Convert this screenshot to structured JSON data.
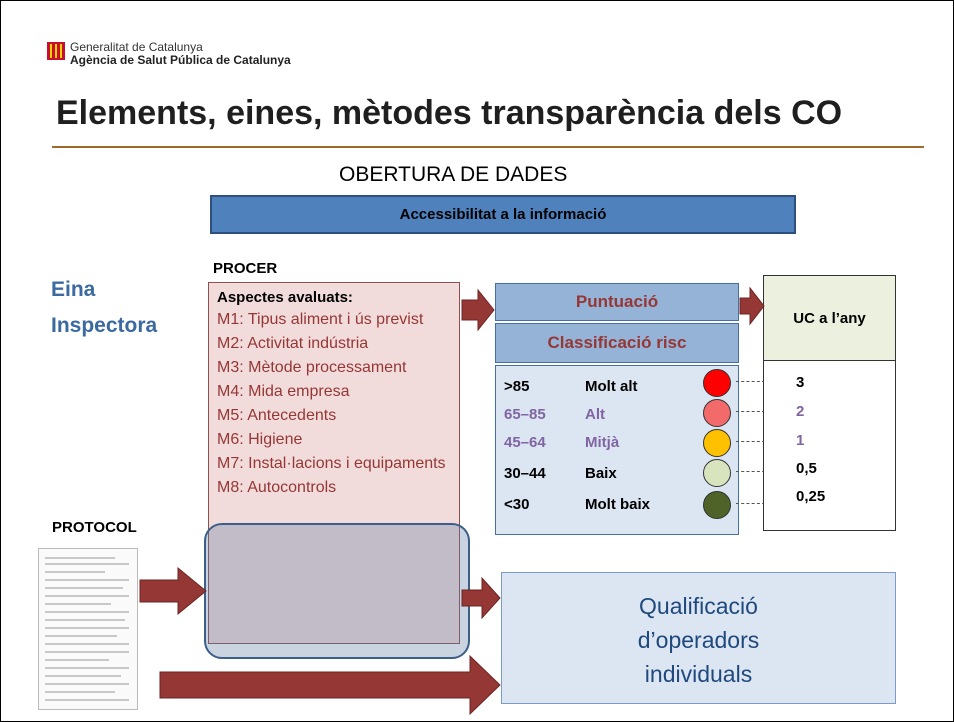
{
  "header": {
    "org_line1": "Generalitat de Catalunya",
    "org_line2": "Agència de Salut Pública de Catalunya",
    "title": "Elements, eines, mètodes transparència dels CO"
  },
  "obertura": "OBERTURA DE DADES",
  "accessibilitat": "Accessibilitat a la informació",
  "eina": [
    "Eina",
    "Inspectora"
  ],
  "procer": {
    "label": "PROCER",
    "aspects_title": "Aspectes avaluats:",
    "aspects": [
      "M1:  Tipus aliment i ús previst",
      "M2:  Activitat indústria",
      "M3:  Mètode processament",
      "M4:  Mida empresa",
      "M5:  Antecedents",
      "M6:  Higiene",
      "M7:  Instal·lacions i equipaments",
      "M8:  Autocontrols"
    ]
  },
  "protocol": "PROTOCOL",
  "puntuacio": "Puntuació",
  "classificacio": "Classificació  risc",
  "risk_levels": [
    {
      "range": ">85",
      "label": "Molt alt",
      "uc": "3",
      "text_color": "#000000",
      "light_color": "#ff0000"
    },
    {
      "range": "65–85",
      "label": "Alt",
      "uc": "2",
      "text_color": "#8064a2",
      "light_color": "#f26a6a"
    },
    {
      "range": "45–64",
      "label": "Mitjà",
      "uc": "1",
      "text_color": "#8064a2",
      "light_color": "#ffc000"
    },
    {
      "range": "30–44",
      "label": "Baix",
      "uc": "0,5",
      "text_color": "#000000",
      "light_color": "#d7e4bd"
    },
    {
      "range": "<30",
      "label": "Molt baix",
      "uc": "0,25",
      "text_color": "#000000",
      "light_color": "#4f6228"
    }
  ],
  "uc_header": "UC a l’any",
  "qualificacio": [
    "Qualificació",
    "d’operadors",
    "individuals"
  ],
  "colors": {
    "accent_blue": "#4f81bd",
    "arrow_red": "#953735",
    "title_rule": "#9a6a2a"
  }
}
